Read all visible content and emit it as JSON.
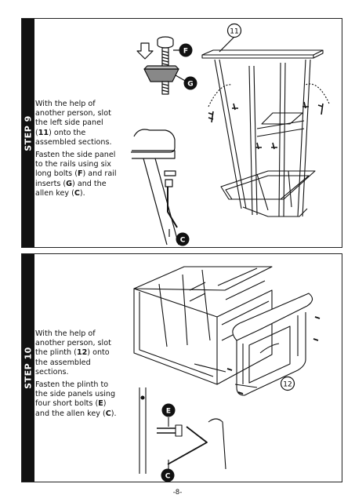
{
  "steps": [
    {
      "label": "STEP 9",
      "p1a": "With the help of another person, slot the left side panel (",
      "p1num": "11",
      "p1b": ") onto the assembled sections.",
      "p2a": "Fasten the side panel to the rails using six long bolts (",
      "p2bolt": "F",
      "p2b": ") and rail inserts (",
      "p2insert": "G",
      "p2c": ") and the allen key (",
      "p2key": "C",
      "p2d": ").",
      "callouts": {
        "panel": "11",
        "bolt": "F",
        "insert": "G",
        "key": "C"
      }
    },
    {
      "label": "STEP 10",
      "p1a": "With the help of another person, slot the plinth (",
      "p1num": "12",
      "p1b": ") onto the assembled sections.",
      "p2a": "Fasten the plinth to the side panels using four short bolts (",
      "p2bolt": "E",
      "p2b": ") and the allen key (",
      "p2key": "C",
      "p2c": ").",
      "callouts": {
        "plinth": "12",
        "bolt": "E",
        "key": "C"
      }
    }
  ],
  "footer": "-8-"
}
